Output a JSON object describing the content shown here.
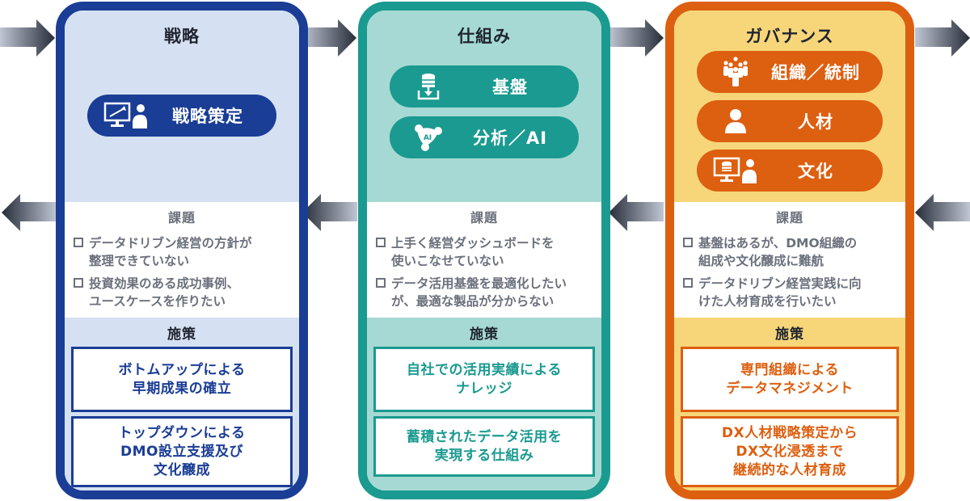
{
  "colors": {
    "strategy": "#1a3d95",
    "mechanism": "#1a9a90",
    "governance": "#dd5f10",
    "issue_text": "#6a707c",
    "arrow_light": "#b8bfcd",
    "arrow_dark": "#262c38"
  },
  "panels": [
    {
      "title": "戦略",
      "pills": [
        {
          "icon": "monitor-chart-person-icon",
          "label": "戦略策定"
        }
      ],
      "issues_heading": "課題",
      "issues": [
        "データドリブン経営の方針が\n整理できていない",
        "投資効果のある成功事例、\nユースケースを作りたい"
      ],
      "measures_heading": "施策",
      "measures": [
        "ボトムアップによる\n早期成果の確立",
        "トップダウンによる\nDMO設立支援及び\n文化醸成"
      ]
    },
    {
      "title": "仕組み",
      "pills": [
        {
          "icon": "database-download-icon",
          "label": "基盤"
        },
        {
          "icon": "ai-network-icon",
          "label": "分析／AI"
        }
      ],
      "issues_heading": "課題",
      "issues": [
        "上手く経営ダッシュボードを\n使いこなせていない",
        "データ活用基盤を最適化したい\nが、最適な製品が分からない"
      ],
      "measures_heading": "施策",
      "measures": [
        "自社での活用実績による\nナレッジ",
        "蓄積されたデータ活用を\n実現する仕組み"
      ]
    },
    {
      "title": "ガバナンス",
      "pills": [
        {
          "icon": "group-people-icon",
          "label": "組織／統制"
        },
        {
          "icon": "person-icon",
          "label": "人材"
        },
        {
          "icon": "monitor-database-person-icon",
          "label": "文化"
        }
      ],
      "issues_heading": "課題",
      "issues": [
        "基盤はあるが、DMO組織の\n組成や文化醸成に難航",
        "データドリブン経営実践に向\nけた人材育成を行いたい"
      ],
      "measures_heading": "施策",
      "measures": [
        "専門組織による\nデータマネジメント",
        "DX人材戦略策定から\nDX文化浸透まで\n継続的な人材育成"
      ]
    }
  ]
}
